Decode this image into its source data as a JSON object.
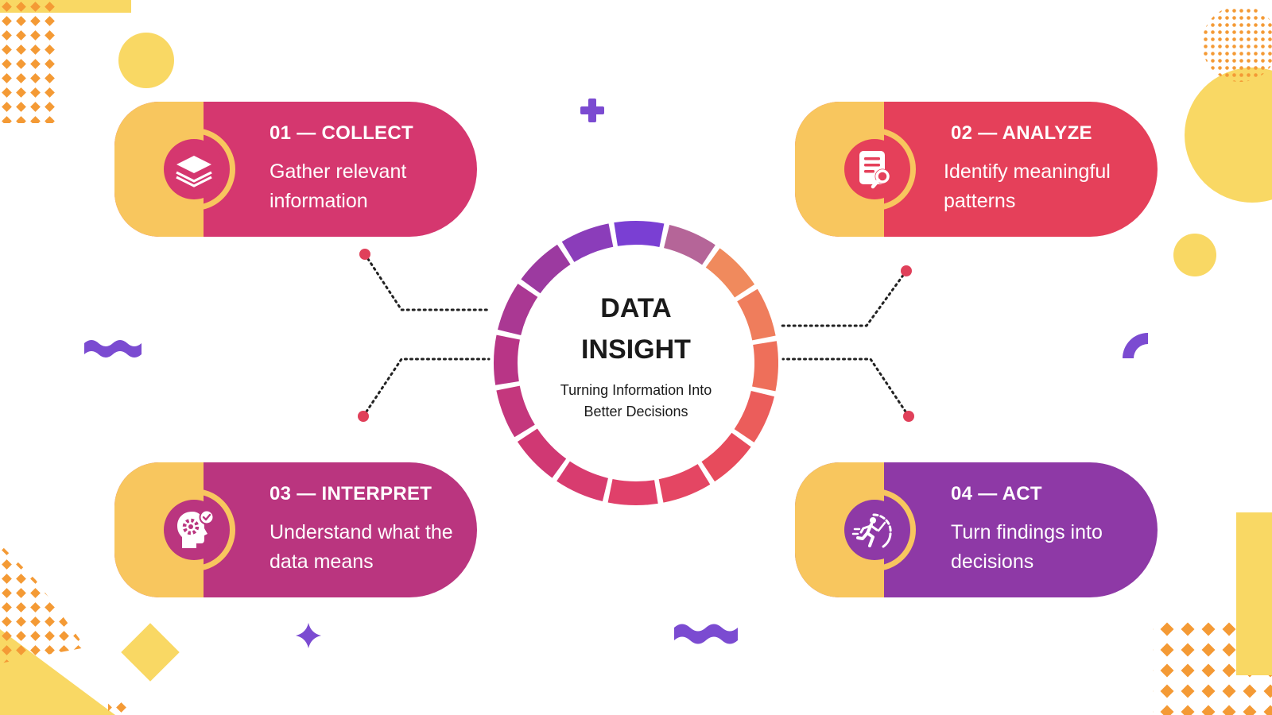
{
  "center": {
    "title": "DATA INSIGHT",
    "subtitle": "Turning Information Into Better Decisions"
  },
  "steps": [
    {
      "title": "01 — COLLECT",
      "description": "Gather relevant information",
      "icon": "stacked-layers-icon",
      "color": "#d5376f"
    },
    {
      "title": "02 — ANALYZE",
      "description": "Identify meaningful patterns",
      "icon": "document-search-icon",
      "color": "#e5405a"
    },
    {
      "title": "03 — INTERPRET",
      "description": "Understand what the data means",
      "icon": "head-gear-check-icon",
      "color": "#ba357f"
    },
    {
      "title": "04 — ACT",
      "description": "Turn findings into decisions",
      "icon": "running-person-speedometer-icon",
      "color": "#8e39a6"
    }
  ],
  "ring": {
    "segment_colors": [
      "#7a3fd3",
      "#f08a5d",
      "#ee6f5a",
      "#e74b5c",
      "#e0406a",
      "#d03873",
      "#b83586",
      "#9c3aa0"
    ]
  },
  "accent_colors": {
    "yellow": "#f9d864",
    "orange": "#f49a35",
    "purple": "#7b4bd1",
    "connector_dot": "#e0405a"
  }
}
